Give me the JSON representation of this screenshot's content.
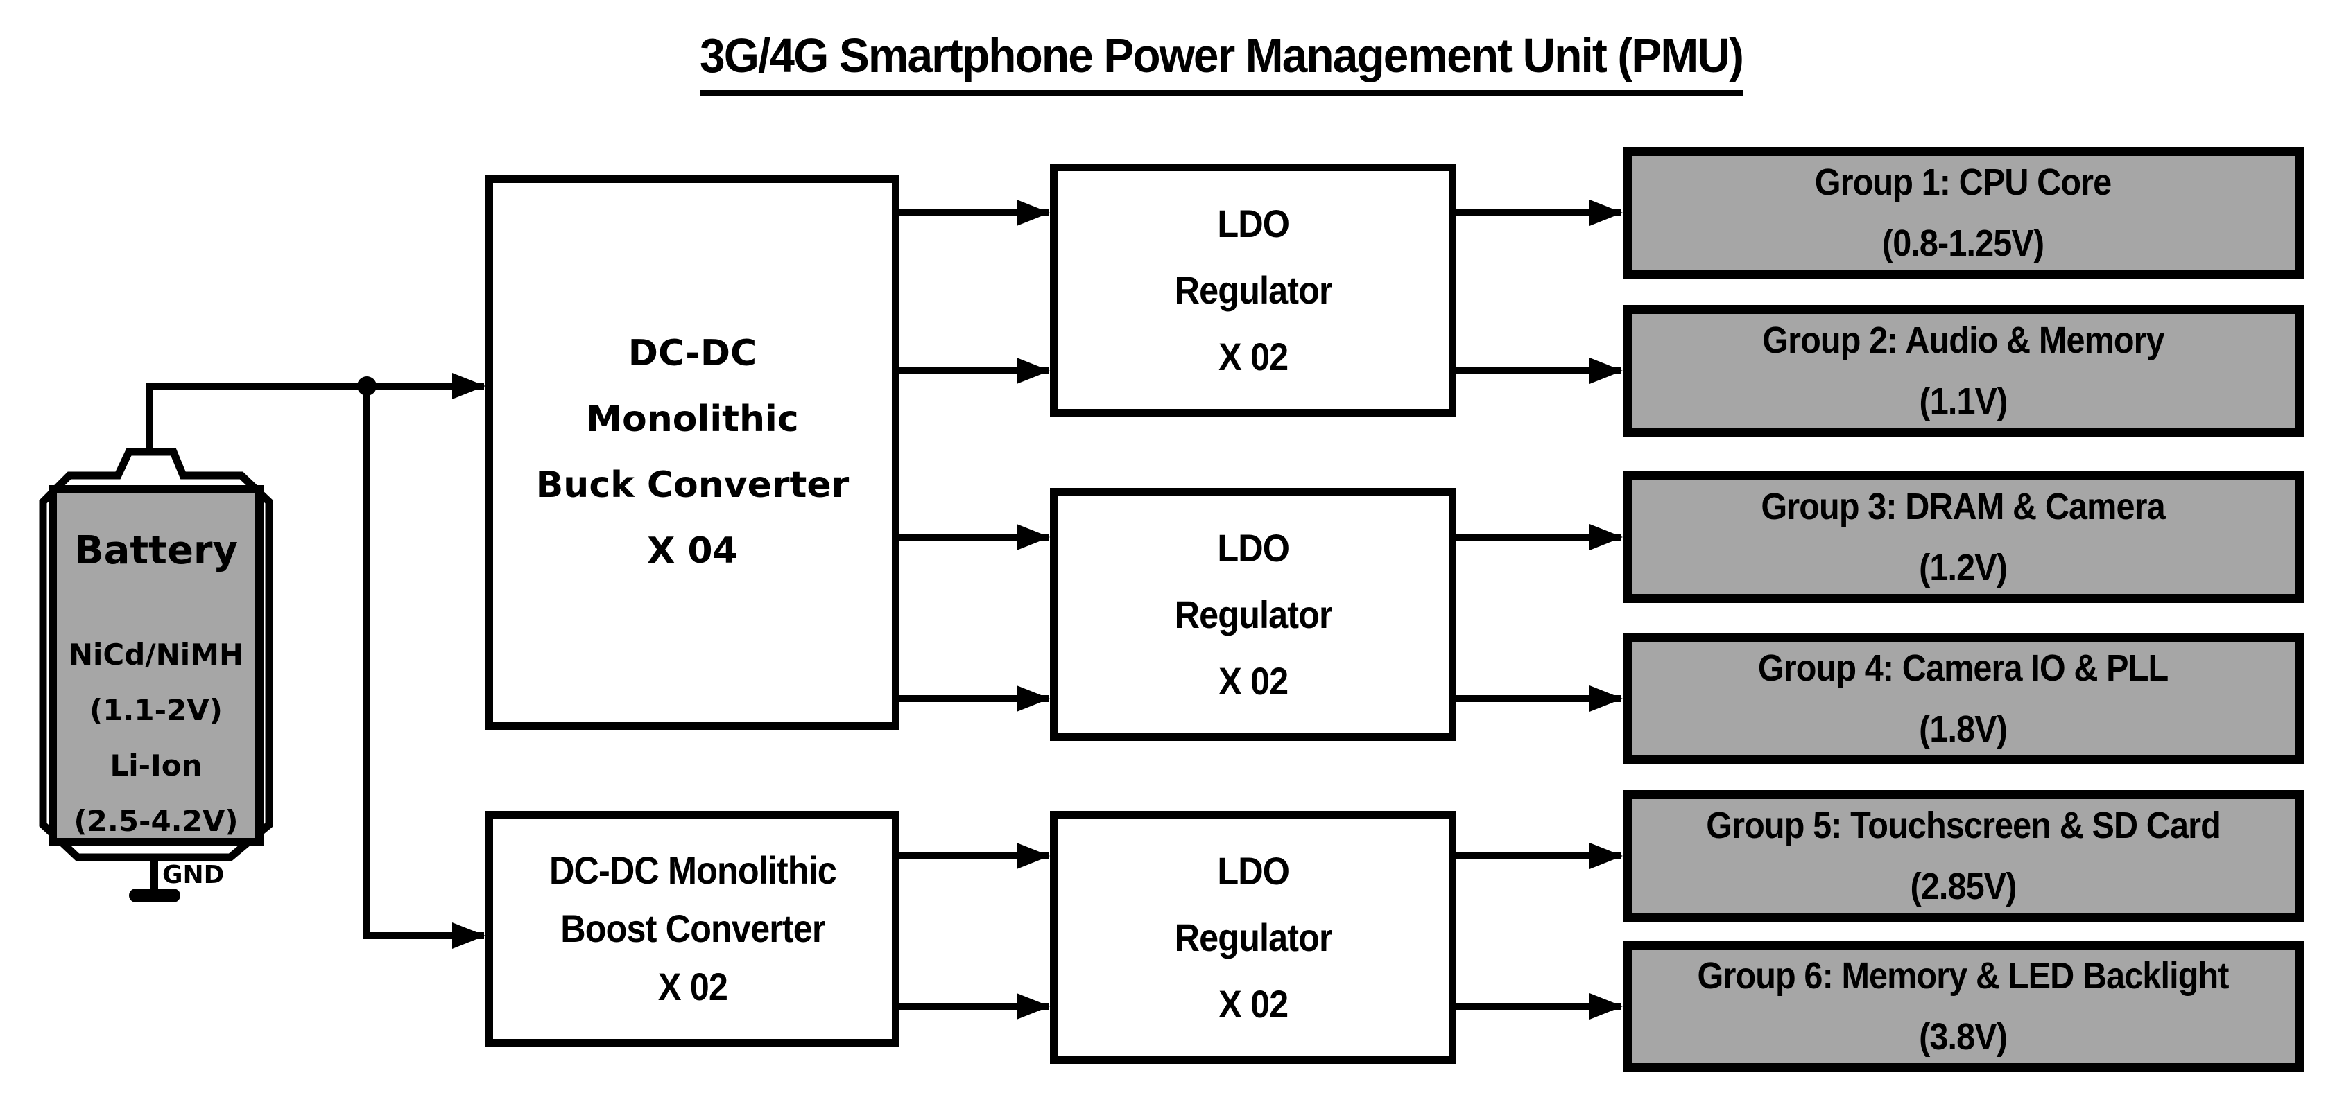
{
  "title": "3G/4G Smartphone Power Management Unit (PMU)",
  "battery": {
    "label": "Battery",
    "chemistry": "NiCd/NiMH\n(1.1-2V)\nLi-Ion\n(2.5-4.2V)",
    "ground_label": "GND"
  },
  "converters": {
    "buck_label": "DC-DC\nMonolithic\nBuck Converter\nX 04",
    "boost_label": "DC-DC Monolithic\nBoost Converter\nX 02"
  },
  "ldos": [
    {
      "label": "LDO\nRegulator\nX 02"
    },
    {
      "label": "LDO\nRegulator\nX 02"
    },
    {
      "label": "LDO\nRegulator\nX 02"
    }
  ],
  "groups": [
    {
      "label": "Group 1: CPU Core\n(0.8-1.25V)"
    },
    {
      "label": "Group 2: Audio & Memory\n(1.1V)"
    },
    {
      "label": "Group 3: DRAM & Camera\n(1.2V)"
    },
    {
      "label": "Group 4: Camera IO & PLL\n(1.8V)"
    },
    {
      "label": "Group 5: Touchscreen & SD Card\n(2.85V)"
    },
    {
      "label": "Group 6: Memory & LED Backlight\n(3.8V)"
    }
  ],
  "colors": {
    "block_fill_gray": "#a6a6a6",
    "block_fill_white": "#ffffff",
    "line_black": "#000000",
    "background": "#ffffff"
  }
}
